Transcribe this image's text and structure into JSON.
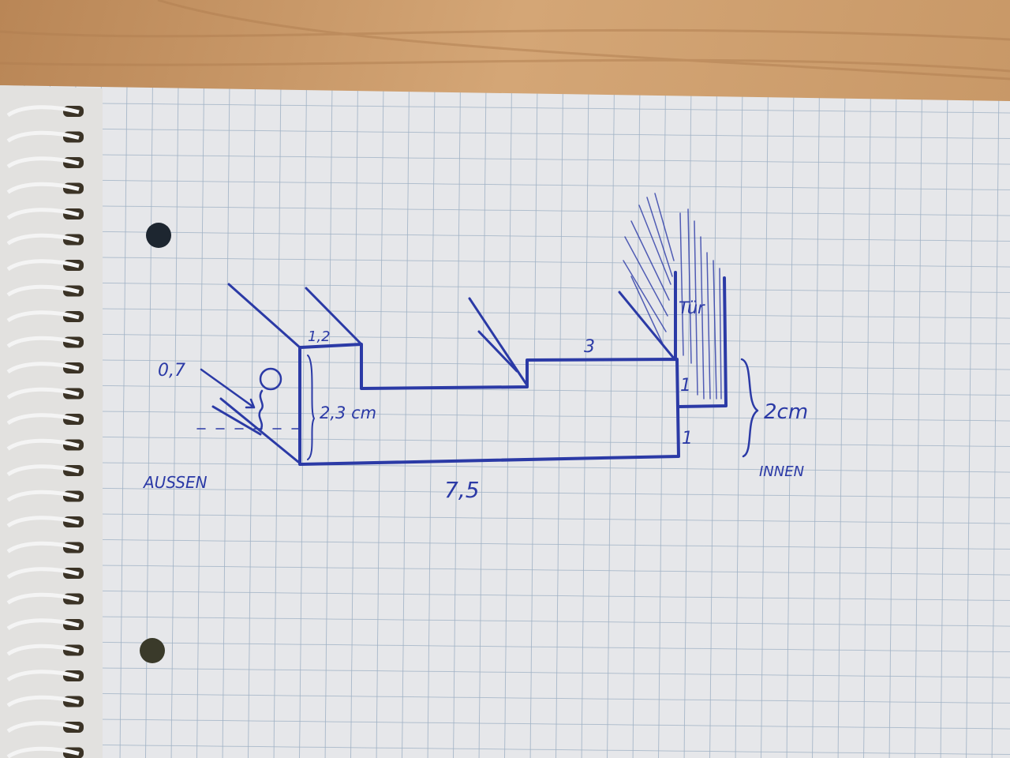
{
  "colors": {
    "ink": "#2b3aa6",
    "paper": "#e6e7ea",
    "grid": "#9fb1c4",
    "wood": "#c99a68"
  },
  "labels": {
    "top_left_width": "1,2",
    "top_right_width": "3",
    "person_height": "0,7",
    "wall_height": "2,3 cm",
    "bottom_length": "7,5",
    "door": "Tür",
    "step_upper": "1",
    "step_lower": "1",
    "total_height": "2cm",
    "outside": "AUSSEN",
    "inside": "INNEN"
  }
}
